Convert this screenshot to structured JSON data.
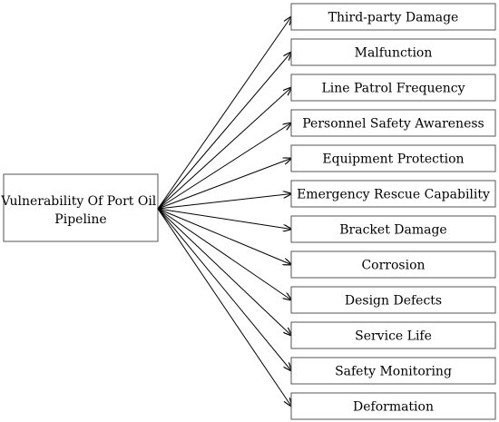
{
  "root": {
    "label_lines": [
      "Vulnerability Of Port Oil",
      "Pipeline"
    ]
  },
  "factors": [
    "Third-party Damage",
    "Malfunction",
    "Line Patrol Frequency",
    "Personnel Safety Awareness",
    "Equipment Protection",
    "Emergency Rescue Capability",
    "Bracket Damage",
    "Corrosion",
    "Design Defects",
    "Service Life",
    "Safety Monitoring",
    "Deformation"
  ]
}
